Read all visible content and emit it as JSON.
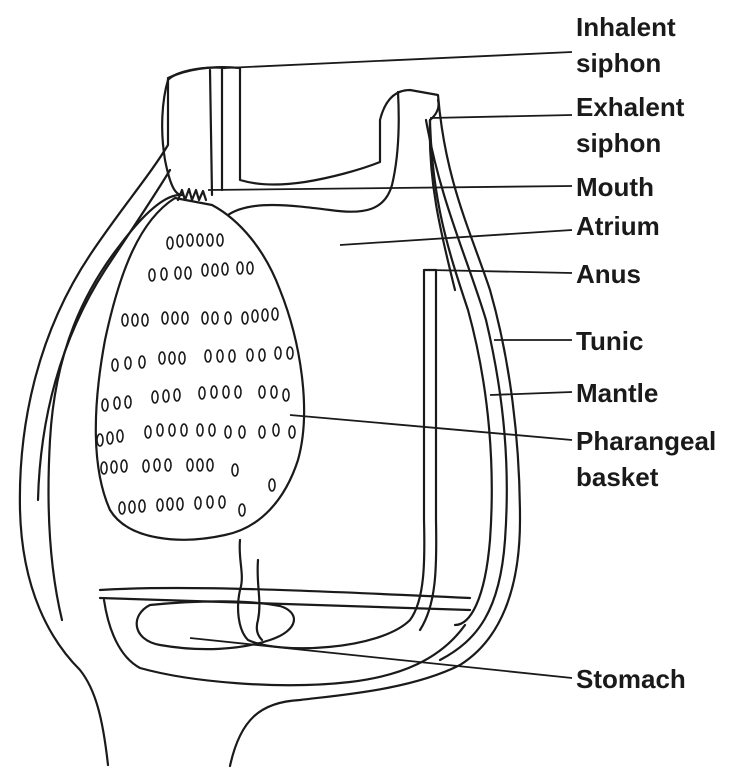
{
  "labels": {
    "inhalent_l1": "Inhalent",
    "inhalent_l2": "siphon",
    "exhalent_l1": "Exhalent",
    "exhalent_l2": "siphon",
    "mouth": "Mouth",
    "atrium": "Atrium",
    "anus": "Anus",
    "tunic": "Tunic",
    "mantle": "Mantle",
    "pharangeal_l1": "Pharangeal",
    "pharangeal_l2": "basket",
    "stomach": "Stomach"
  },
  "colors": {
    "ink": "#1a1a1a",
    "background": "#ffffff"
  }
}
